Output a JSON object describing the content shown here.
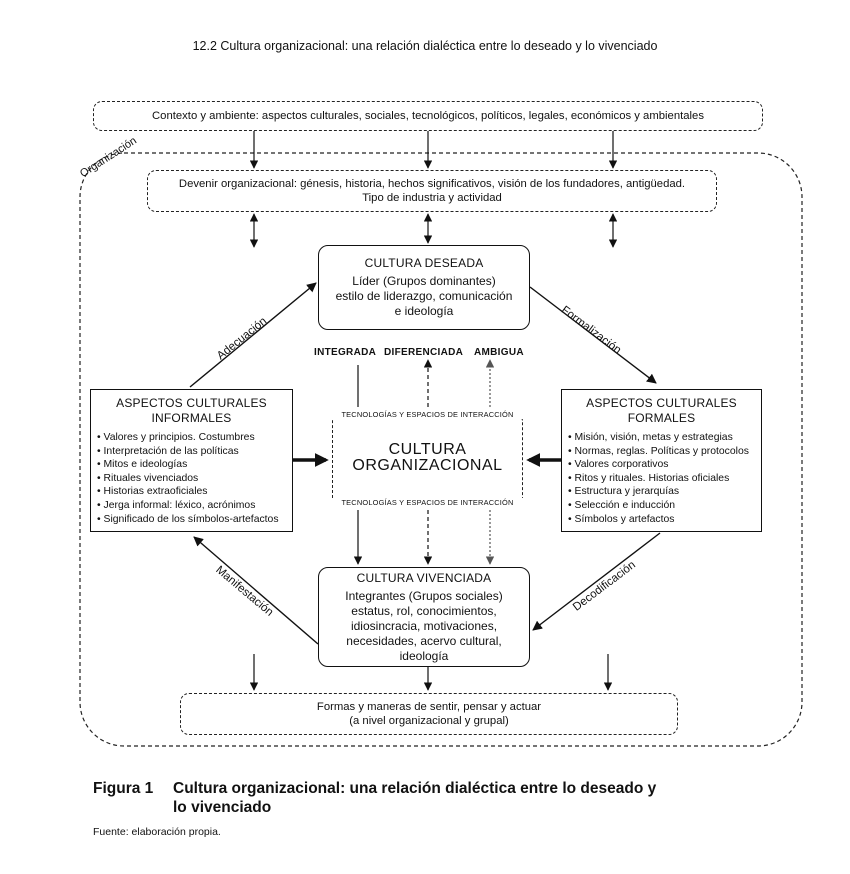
{
  "header": {
    "title": "12.2 Cultura organizacional: una relación dialéctica entre lo deseado y lo vivenciado"
  },
  "context_box": {
    "text": "Contexto y ambiente: aspectos culturales, sociales, tecnológicos, políticos, legales, económicos y ambientales"
  },
  "organization": {
    "label": "Organización"
  },
  "devenir_box": {
    "line1": "Devenir organizacional: génesis, historia, hechos significativos, visión de los fundadores, antigüedad.",
    "line2": "Tipo de industria y actividad"
  },
  "cultura_deseada": {
    "title": "CULTURA DESEADA",
    "line1": "Líder (Grupos dominantes)",
    "line2": "estilo de liderazgo, comunicación",
    "line3": "e ideología"
  },
  "culture_types": {
    "integrada": "INTEGRADA",
    "diferenciada": "DIFERENCIADA",
    "ambigua": "AMBIGUA"
  },
  "informales": {
    "title1": "ASPECTOS CULTURALES",
    "title2": "INFORMALES",
    "items": [
      "Valores y principios. Costumbres",
      "Interpretación de las políticas",
      "Mitos e ideologías",
      "Rituales vivenciados",
      "Historias extraoficiales",
      "Jerga informal: léxico, acrónimos",
      "Significado de los símbolos-artefactos"
    ]
  },
  "formales": {
    "title1": "ASPECTOS CULTURALES",
    "title2": "FORMALES",
    "items": [
      "Misión, visión, metas y estrategias",
      "Normas, reglas. Políticas y protocolos",
      "Valores corporativos",
      "Ritos y rituales. Historias oficiales",
      "Estructura y jerarquías",
      "Selección e inducción",
      "Símbolos y artefactos"
    ]
  },
  "cultura_organizacional": {
    "top_caption": "TECNOLOGÍAS Y ESPACIOS DE INTERACCIÓN",
    "title1": "CULTURA",
    "title2": "ORGANIZACIONAL",
    "bottom_caption": "TECNOLOGÍAS Y ESPACIOS DE INTERACCIÓN"
  },
  "cultura_vivenciada": {
    "title": "CULTURA VIVENCIADA",
    "lines": [
      "Integrantes (Grupos sociales)",
      "estatus, rol, conocimientos,",
      "idiosincracia, motivaciones,",
      "necesidades, acervo cultural,",
      "ideología"
    ]
  },
  "process_labels": {
    "adecuacion": "Adecuación",
    "formalizacion": "Formalización",
    "manifestacion": "Manifestación",
    "decodificacion": "Decodificación"
  },
  "formas_box": {
    "line1": "Formas y maneras de sentir, pensar y actuar",
    "line2": "(a nivel organizacional y grupal)"
  },
  "caption": {
    "number": "Figura 1",
    "text_line1": "Cultura organizacional: una relación dialéctica entre lo deseado y",
    "text_line2": "lo vivenciado"
  },
  "source": {
    "text": "Fuente: elaboración propia."
  }
}
